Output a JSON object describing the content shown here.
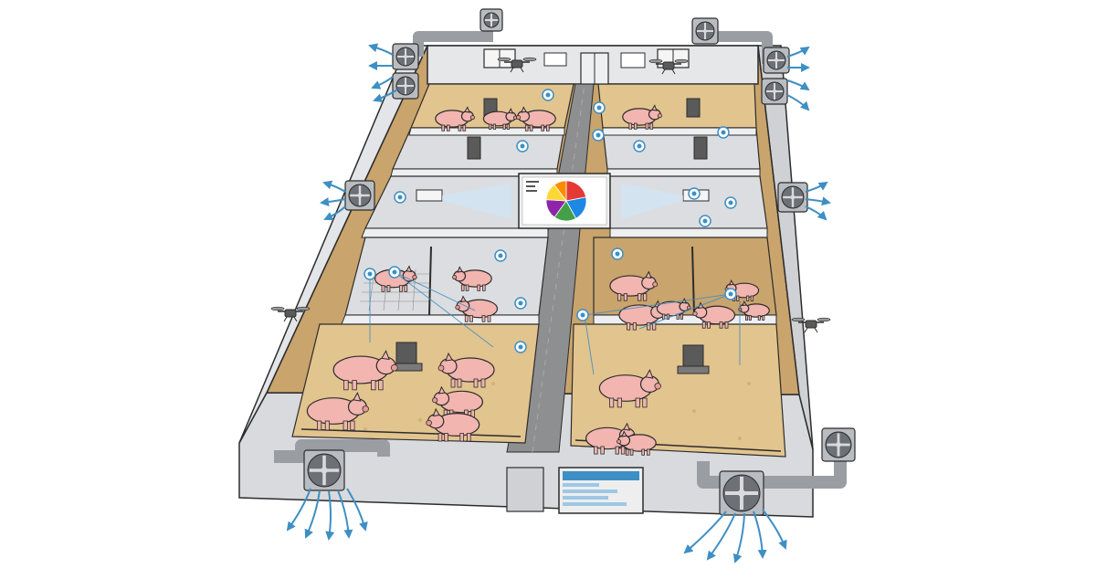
{
  "scene": "pig-barn-monitoring-cutaway",
  "colors": {
    "floor": "#c9a46c",
    "bedding": "#e2c48e",
    "wall": "#dcdde0",
    "wall_top": "#eeeff1",
    "outline": "#2c2c2c",
    "corridor": "#8e8f91",
    "duct": "#9a9ea3",
    "pig": "#f2b5b0",
    "sensor": "#3d8fc4",
    "airflow": "#3d8fc4"
  },
  "icons": [
    "pig",
    "fan",
    "drone",
    "camera",
    "sensor",
    "feeder",
    "door",
    "window",
    "monitor",
    "airflow-arrow"
  ],
  "dashboard_chart": {
    "type": "pie",
    "slices": [
      {
        "color": "#e53935",
        "value": 22
      },
      {
        "color": "#1e88e5",
        "value": 20
      },
      {
        "color": "#43a047",
        "value": 18
      },
      {
        "color": "#8e24aa",
        "value": 16
      },
      {
        "color": "#fdd835",
        "value": 14
      },
      {
        "color": "#fb8c00",
        "value": 10
      }
    ]
  }
}
